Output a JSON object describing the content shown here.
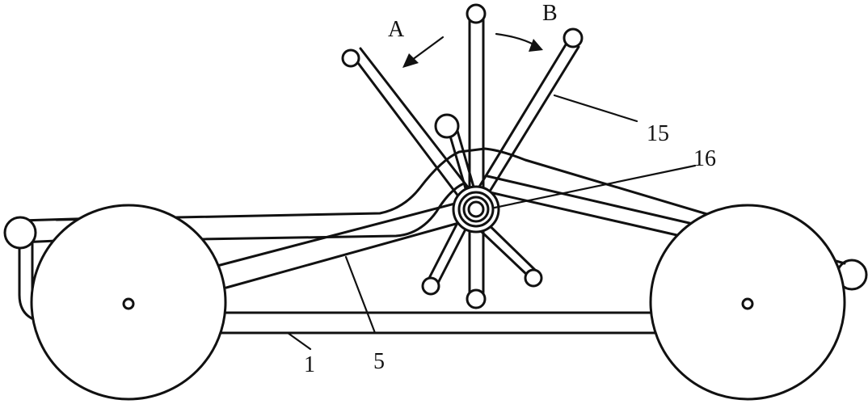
{
  "labels": {
    "A": "A",
    "B": "B",
    "n1": "1",
    "n5": "5",
    "n15": "15",
    "n16": "16"
  },
  "colors": {
    "stroke": "#111111",
    "background": "#ffffff"
  }
}
